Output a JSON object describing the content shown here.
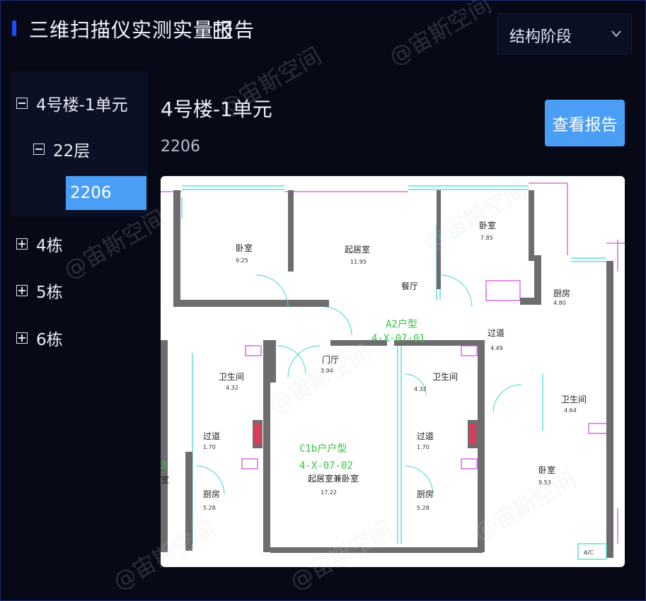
{
  "header": {
    "title": "三维扫描仪实测实量报告",
    "stage_select": {
      "value": "结构阶段"
    }
  },
  "tree": {
    "nodes": [
      {
        "label": "4号楼-1单元",
        "state": "expanded"
      },
      {
        "label": "22层",
        "state": "expanded"
      },
      {
        "label": "2206",
        "state": "selected"
      },
      {
        "label": "4栋",
        "state": "collapsed"
      },
      {
        "label": "5栋",
        "state": "collapsed"
      },
      {
        "label": "6栋",
        "state": "collapsed"
      }
    ]
  },
  "detail": {
    "unit_title": "4号楼-1单元",
    "room_number": "2206",
    "view_report_label": "查看报告"
  },
  "floor_plan": {
    "rooms": [
      {
        "name": "卧室",
        "area": "9.25"
      },
      {
        "name": "起居室",
        "area": "11.95"
      },
      {
        "name": "卧室",
        "area": "7.85"
      },
      {
        "name": "餐厅",
        "area": ""
      },
      {
        "name": "厨房",
        "area": "4.80"
      },
      {
        "name": "过道",
        "area": "4.49"
      },
      {
        "name": "门厅",
        "area": "3.94"
      },
      {
        "name": "卫生间",
        "area": "4.32"
      },
      {
        "name": "卫生间",
        "area": "4.32"
      },
      {
        "name": "卫生间",
        "area": "4.64"
      },
      {
        "name": "过道",
        "area": "1.70"
      },
      {
        "name": "过道",
        "area": "1.70"
      },
      {
        "name": "起居室兼卧室",
        "area": "17.22"
      },
      {
        "name": "厨房",
        "area": "5.28"
      },
      {
        "name": "厨房",
        "area": "5.28"
      },
      {
        "name": "卧室",
        "area": "9.53"
      }
    ],
    "unit_types": [
      {
        "line1": "A2户型",
        "line2": "4-X-07-01"
      },
      {
        "line1": "C1b户户型",
        "line2": "4-X-07-02"
      }
    ],
    "ac_label": "A/C",
    "edge_fragments": [
      "3",
      "室"
    ]
  },
  "watermark": {
    "text": "@宙斯空间"
  },
  "colors": {
    "background": "#070a16",
    "accent": "#4a9ef6",
    "title_marker": "#1f4bff"
  }
}
